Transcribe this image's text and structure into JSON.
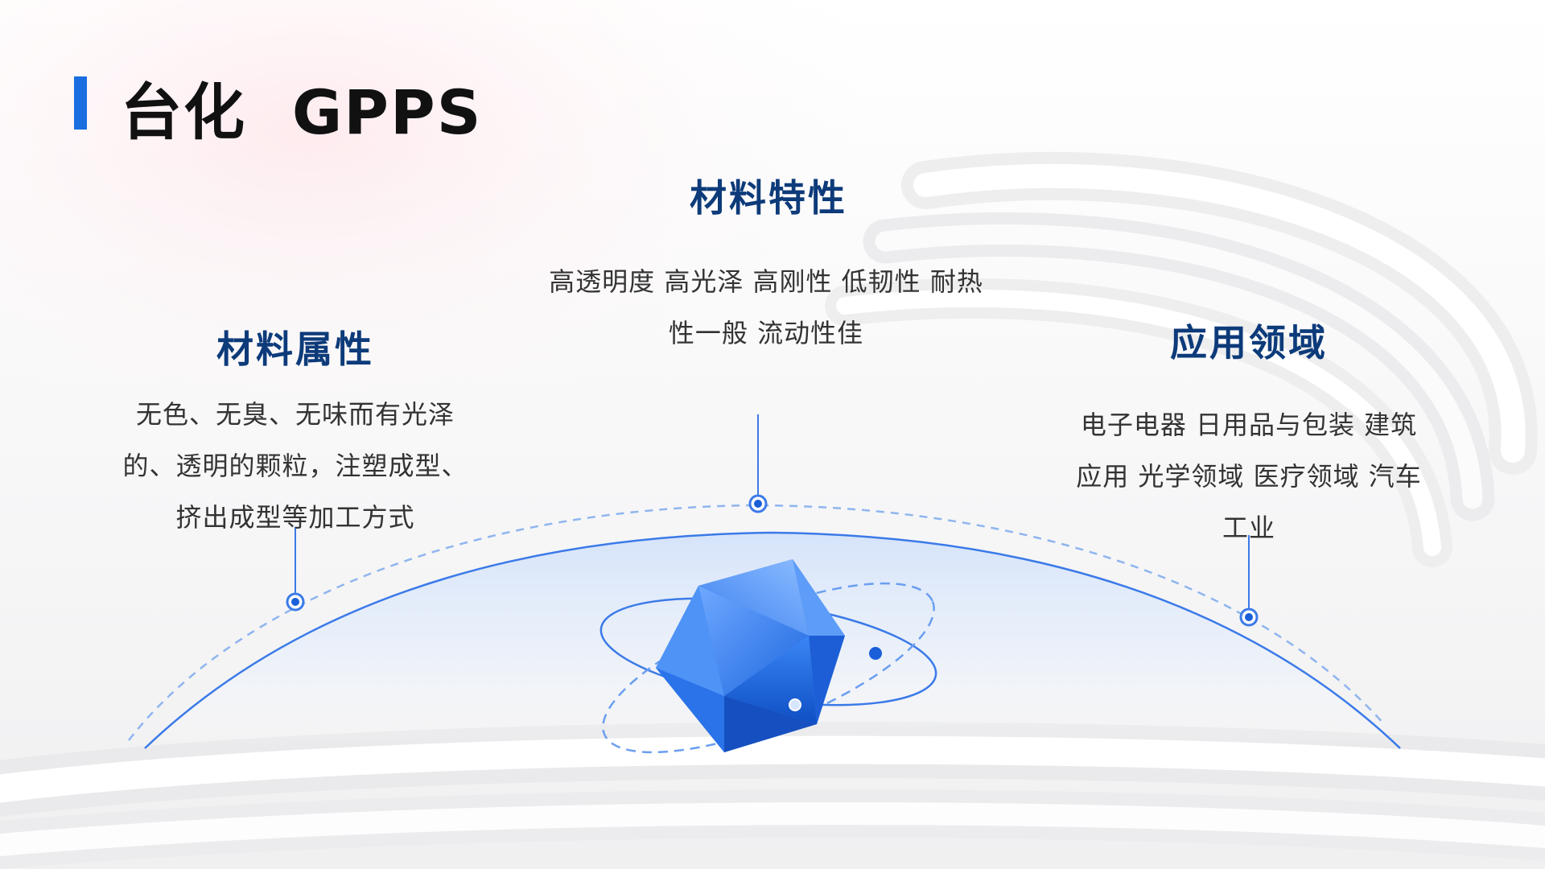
{
  "title": "台化  GPPS",
  "sections": [
    {
      "heading": "材料属性",
      "lines": [
        "无色、无臭、无味而有光泽",
        "的、透明的颗粒，注塑成型、",
        "挤出成型等加工方式"
      ]
    },
    {
      "heading": "材料特性",
      "lines": [
        "高透明度 高光泽 高刚性 低韧性 耐热",
        "性一般 流动性佳"
      ]
    },
    {
      "heading": "应用领域",
      "lines": [
        "电子电器 日用品与包装 建筑",
        "应用 光学领域 医疗领域 汽车",
        "工业"
      ]
    }
  ],
  "colors": {
    "accent": "#1a6ee0",
    "heading": "#0d3b7a",
    "crystal": "#2f7ff0"
  },
  "icons": [
    "polyhedron-crystal-icon",
    "orbit-ring-icon"
  ]
}
